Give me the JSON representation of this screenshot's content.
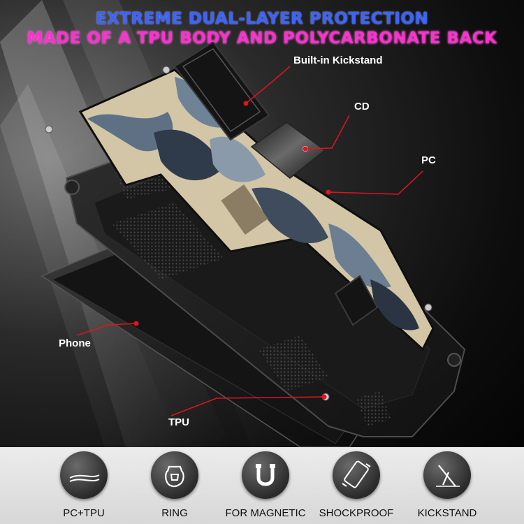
{
  "headline": {
    "line1": "EXTREME DUAL-LAYER PROTECTION",
    "line2": "MADE OF A TPU BODY AND POLYCARBONATE BACK"
  },
  "callouts": {
    "kickstand": "Built-in Kickstand",
    "cd": "CD",
    "pc": "PC",
    "phone": "Phone",
    "tpu": "TPU"
  },
  "features": [
    {
      "label": "PC+TPU",
      "icon": "layers-icon"
    },
    {
      "label": "RING",
      "icon": "ring-icon"
    },
    {
      "label": "FOR MAGNETIC",
      "icon": "magnet-icon"
    },
    {
      "label": "SHOCKPROOF",
      "icon": "shockproof-icon"
    },
    {
      "label": "KICKSTAND",
      "icon": "kickstand-icon"
    }
  ],
  "colors": {
    "headline_blue": "#3b63ff",
    "headline_pink": "#ff2fd0",
    "callout_line": "#e0141e"
  }
}
